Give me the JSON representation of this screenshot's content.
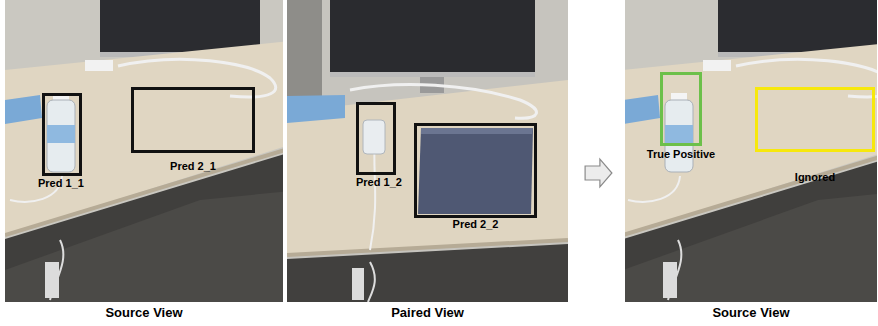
{
  "diagram": {
    "nodes": [
      {
        "text": [
          "Source View"
        ]
      },
      {
        "text": [
          "Pred 1_1"
        ],
        "in": 0
      },
      {
        "text": [
          "Pred 2_1"
        ],
        "in": 0
      },
      {
        "text": [
          "Paired View"
        ]
      },
      {
        "text": [
          "Pred 1_2"
        ],
        "in": 3
      },
      {
        "text": [
          "Pred 2_2"
        ],
        "in": 3
      },
      {
        "text": [
          "Source View"
        ]
      },
      {
        "text": [
          "True Positive"
        ],
        "in": 6
      },
      {
        "text": [
          "Ignored"
        ],
        "in": 6
      }
    ],
    "edges": [
      {
        "from": 3,
        "to": 6,
        "arrow": "to"
      }
    ]
  }
}
